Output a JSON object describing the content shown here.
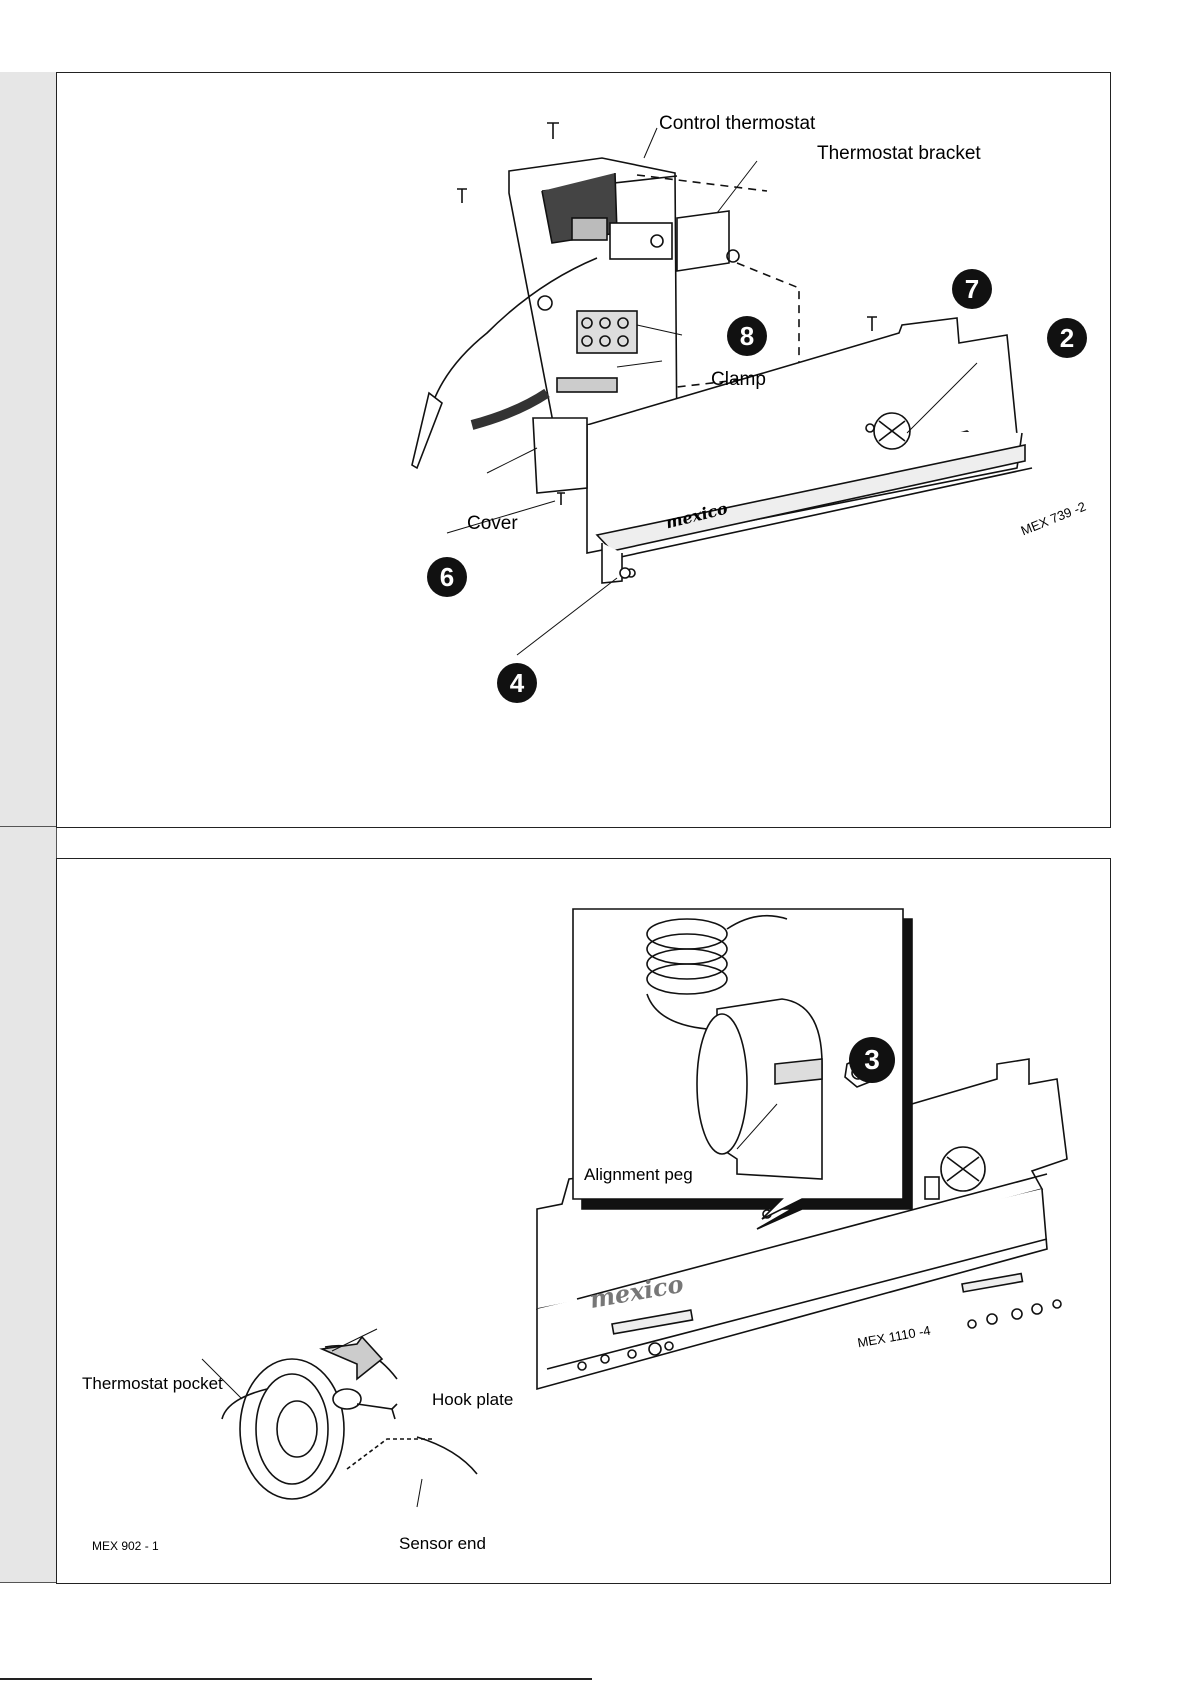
{
  "figure_top": {
    "labels": {
      "control_thermostat": "Control thermostat",
      "thermostat_bracket": "Thermostat bracket",
      "clamp": "Clamp",
      "cover": "Cover",
      "brand": "mexico",
      "code": "MEX 739 -2"
    },
    "badges": {
      "b7": "7",
      "b2": "2",
      "b8": "8",
      "b6": "6",
      "b4": "4"
    }
  },
  "figure_bottom": {
    "labels": {
      "alignment_peg": "Alignment peg",
      "brand": "mexico",
      "code": "MEX 1110 -4",
      "thermostat_pocket": "Thermostat pocket",
      "hook_plate": "Hook plate",
      "sensor_end": "Sensor end",
      "code_small": "MEX  902 - 1"
    },
    "badges": {
      "b3": "3"
    }
  }
}
